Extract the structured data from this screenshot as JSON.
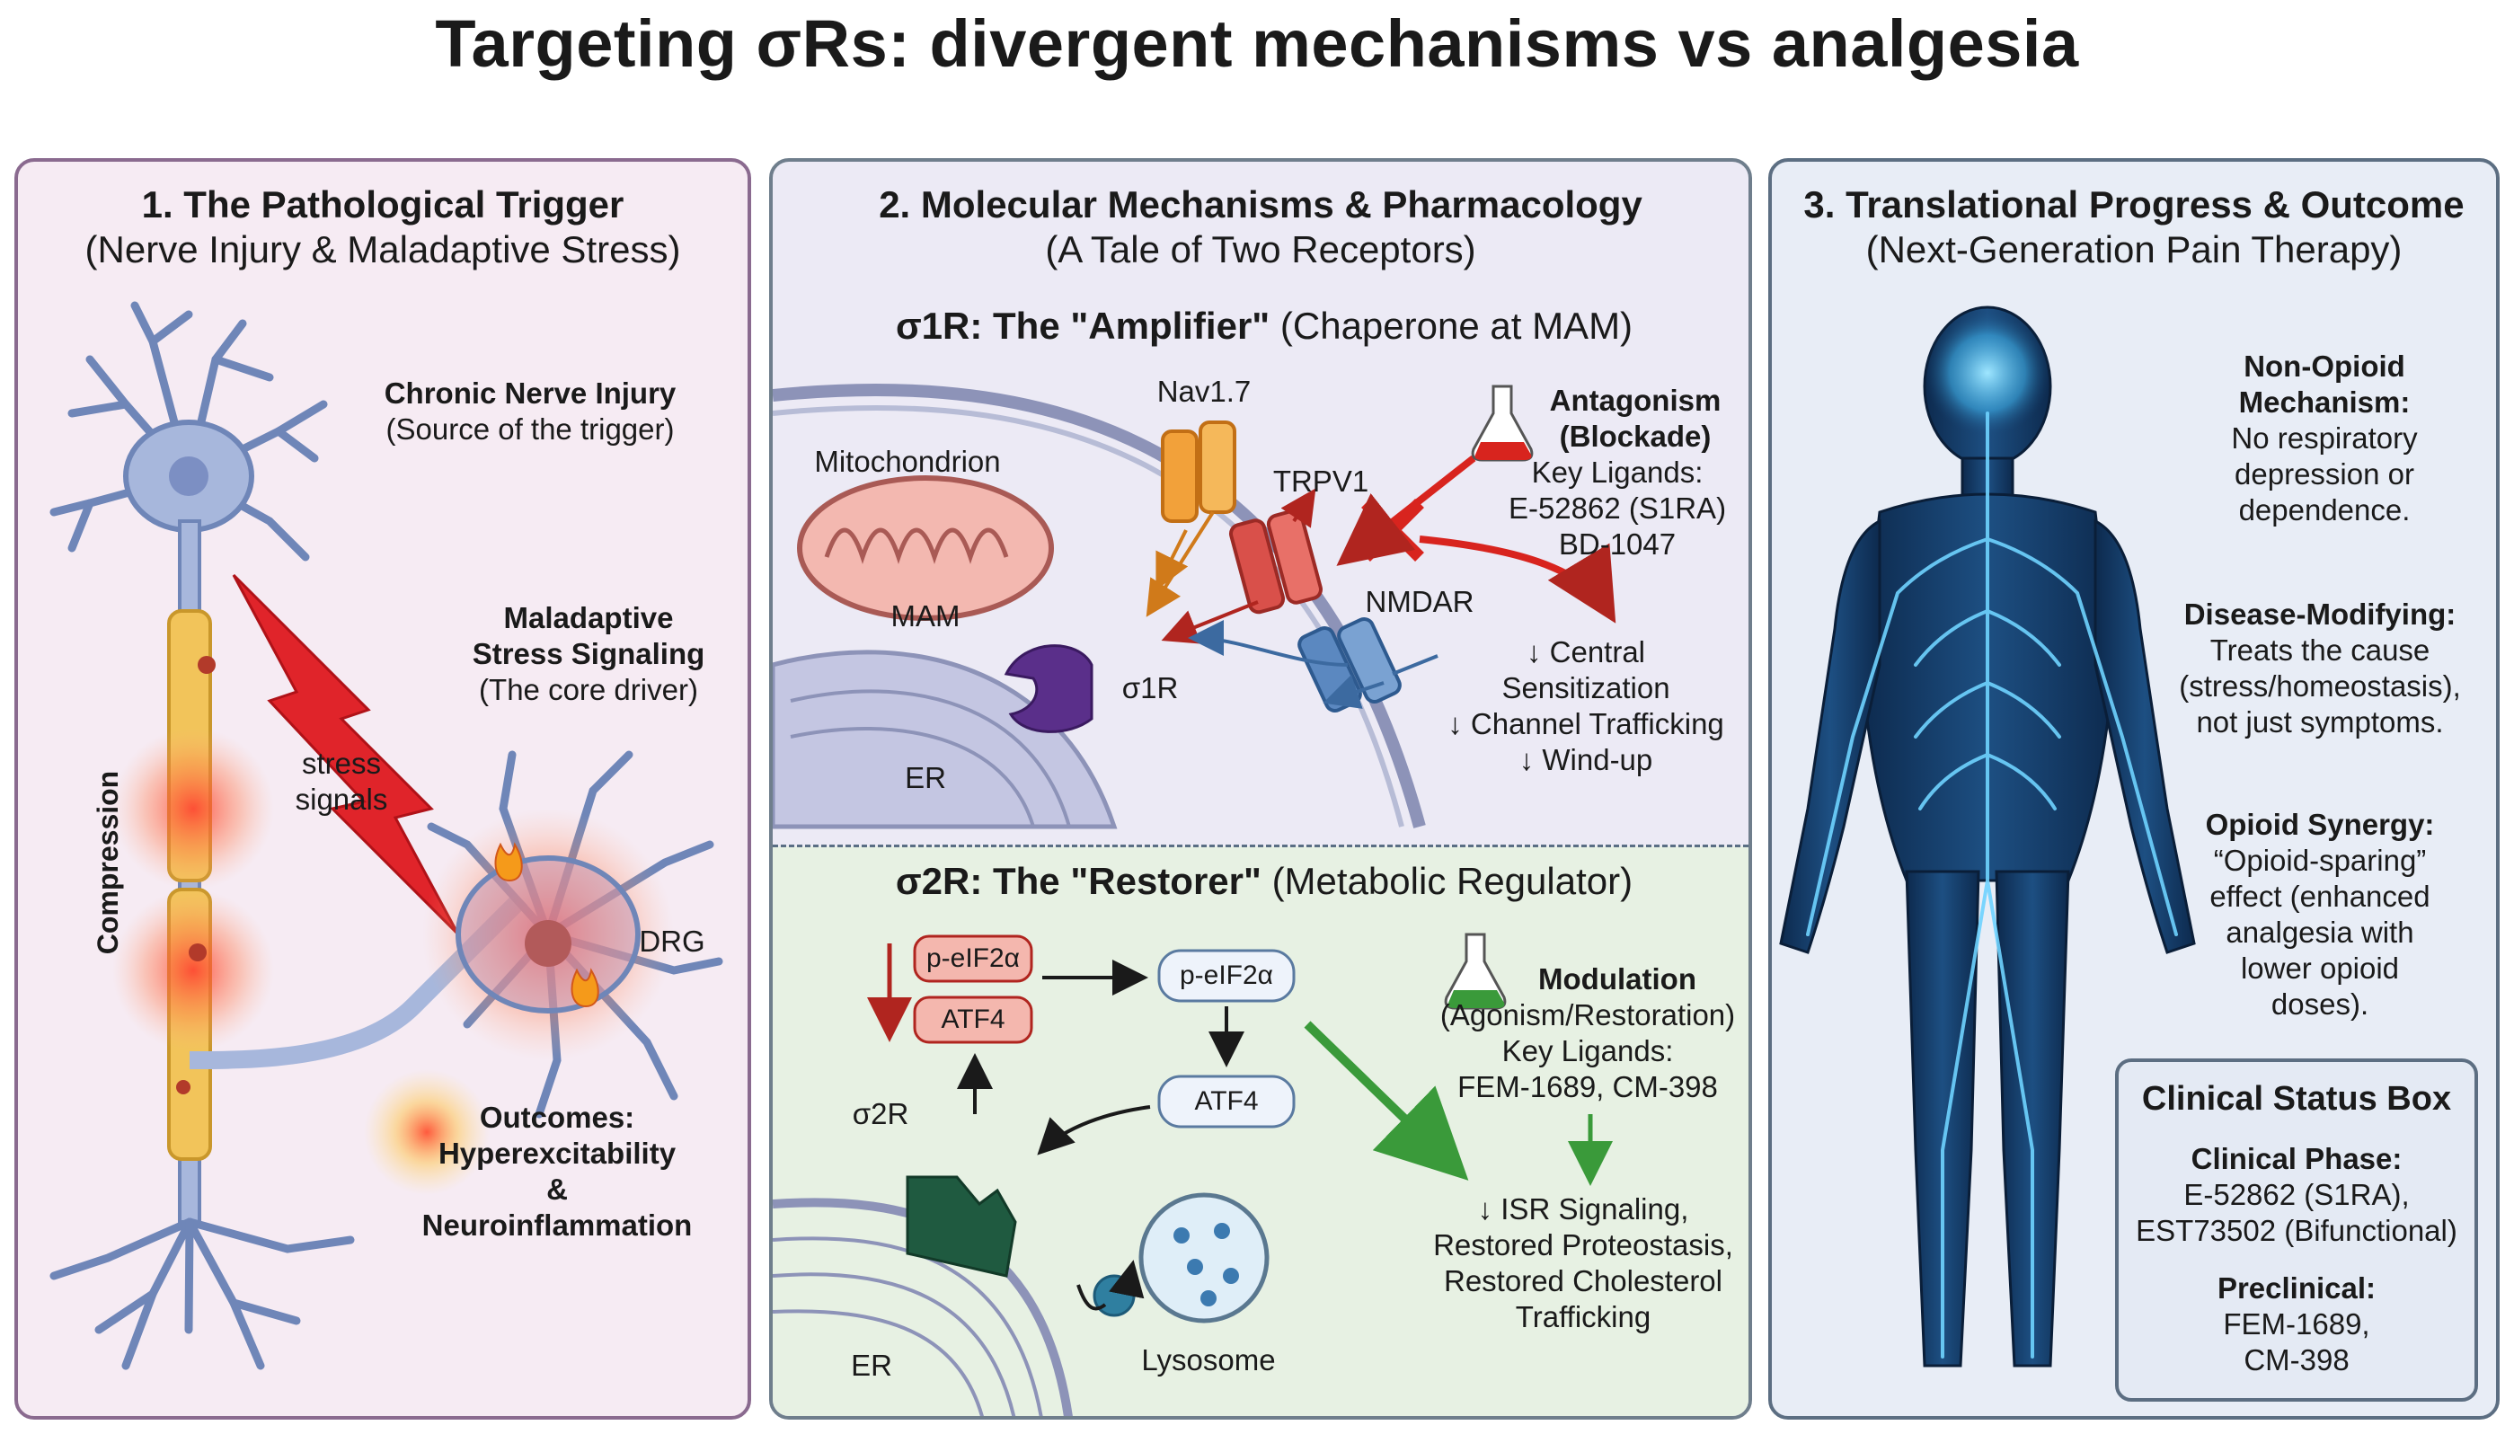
{
  "title": "Targeting σRs: divergent mechanisms vs analgesia",
  "panel1": {
    "heading": "1. The Pathological Trigger",
    "subheading": "(Nerve Injury & Maladaptive Stress)",
    "nerve_injury_title": "Chronic Nerve Injury",
    "nerve_injury_sub": "(Source of the trigger)",
    "stress_title_1": "Maladaptive",
    "stress_title_2": "Stress Signaling",
    "stress_sub": "(The core driver)",
    "stress_signals_1": "stress",
    "stress_signals_2": "signals",
    "compression": "Compression",
    "drg": "DRG",
    "outcomes_1": "Outcomes:",
    "outcomes_2": "Hyperexcitability",
    "outcomes_3": "&",
    "outcomes_4": "Neuroinflammation"
  },
  "panel2": {
    "heading": "2. Molecular Mechanisms & Pharmacology",
    "subheading": "(A Tale of Two Receptors)",
    "s1r_title_bold": "σ1R: The \"Amplifier\"",
    "s1r_title_rest": " (Chaperone at MAM)",
    "mitochondrion": "Mitochondrion",
    "mam": "MAM",
    "nav17": "Nav1.7",
    "trpv1": "TRPV1",
    "nmdar": "NMDAR",
    "s1r": "σ1R",
    "er_top": "ER",
    "antagonism_1": "Antagonism",
    "antagonism_2": "(Blockade)",
    "key_ligands_1": "Key Ligands:",
    "ligand_a": "E-52862 (S1RA)",
    "ligand_b": "BD-1047",
    "effect_1": "↓ Central",
    "effect_2": "Sensitization",
    "effect_3": "↓ Channel Trafficking",
    "effect_4": "↓ Wind-up",
    "s2r_title_bold": "σ2R: The \"Restorer\"",
    "s2r_title_rest": " (Metabolic Regulator)",
    "peif2a_red": "p-eIF2α",
    "atf4_red": "ATF4",
    "peif2a_blue": "p-eIF2α",
    "atf4_blue": "ATF4",
    "s2r": "σ2R",
    "er_bottom": "ER",
    "lysosome": "Lysosome",
    "modulation_1": "Modulation",
    "modulation_2": "(Agonism/Restoration)",
    "key_ligands_2": "Key Ligands:",
    "ligand_c": "FEM-1689, CM-398",
    "result_1": "↓ ISR Signaling,",
    "result_2": "Restored Proteostasis,",
    "result_3": "Restored Cholesterol",
    "result_4": "Trafficking"
  },
  "panel3": {
    "heading": "3. Translational Progress & Outcome",
    "subheading": "(Next-Generation Pain Therapy)",
    "nonopioid_1": "Non-Opioid",
    "nonopioid_2": "Mechanism:",
    "nonopioid_3": "No respiratory",
    "nonopioid_4": "depression or",
    "nonopioid_5": "dependence.",
    "disease_1": "Disease-Modifying:",
    "disease_2": "Treats the cause",
    "disease_3": "(stress/homeostasis),",
    "disease_4": "not just symptoms.",
    "synergy_1": "Opioid Synergy:",
    "synergy_2": "“Opioid-sparing”",
    "synergy_3": "effect (enhanced",
    "synergy_4": "analgesia with",
    "synergy_5": "lower opioid",
    "synergy_6": "doses).",
    "clin_title": "Clinical Status Box",
    "clin_phase": "Clinical Phase:",
    "clin_phase_1": "E-52862 (S1RA),",
    "clin_phase_2": "EST73502 (Bifunctional)",
    "preclin": "Preclinical:",
    "preclin_1": "FEM-1689,",
    "preclin_2": "CM-398"
  }
}
